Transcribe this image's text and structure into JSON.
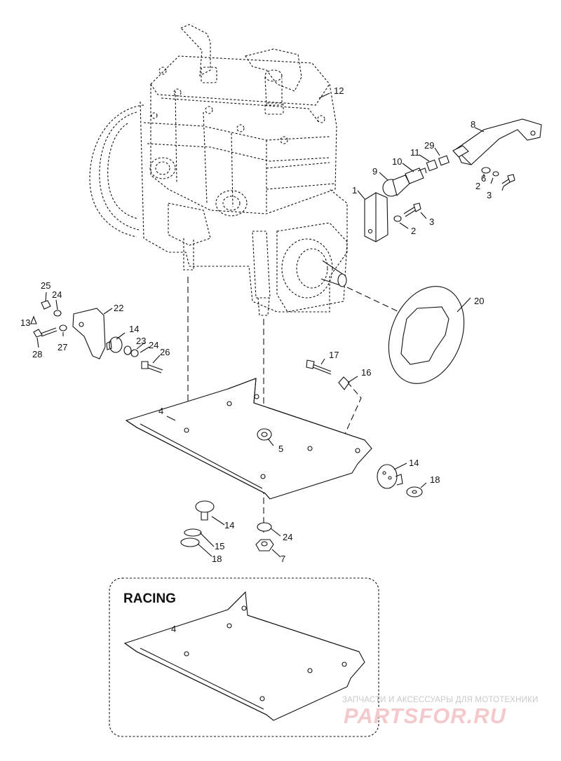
{
  "callouts": {
    "c1": "1",
    "c2a": "2",
    "c2b": "2",
    "c3a": "3",
    "c3b": "3",
    "c4": "4",
    "c4r": "4",
    "c5": "5",
    "c6": "6",
    "c7": "7",
    "c8": "8",
    "c9": "9",
    "c10": "10",
    "c11": "11",
    "c12": "12",
    "c13": "13",
    "c14a": "14",
    "c14b": "14",
    "c14c": "14",
    "c15": "15",
    "c16": "16",
    "c17": "17",
    "c18a": "18",
    "c18b": "18",
    "c20": "20",
    "c22": "22",
    "c23": "23",
    "c24a": "24",
    "c24b": "24",
    "c24c": "24",
    "c25": "25",
    "c26": "26",
    "c27": "27",
    "c28": "28",
    "c29": "29"
  },
  "racing_label": "RACING",
  "watermark": {
    "tagline": "ЗАПЧАСТИ И АКСЕССУАРЫ ДЛЯ МОТОТЕХНИКИ",
    "logo": "PARTSFOR.RU"
  },
  "colors": {
    "line": "#111111",
    "watermark_text": "#c9c9c9",
    "watermark_logo": "#f4c9cc"
  }
}
